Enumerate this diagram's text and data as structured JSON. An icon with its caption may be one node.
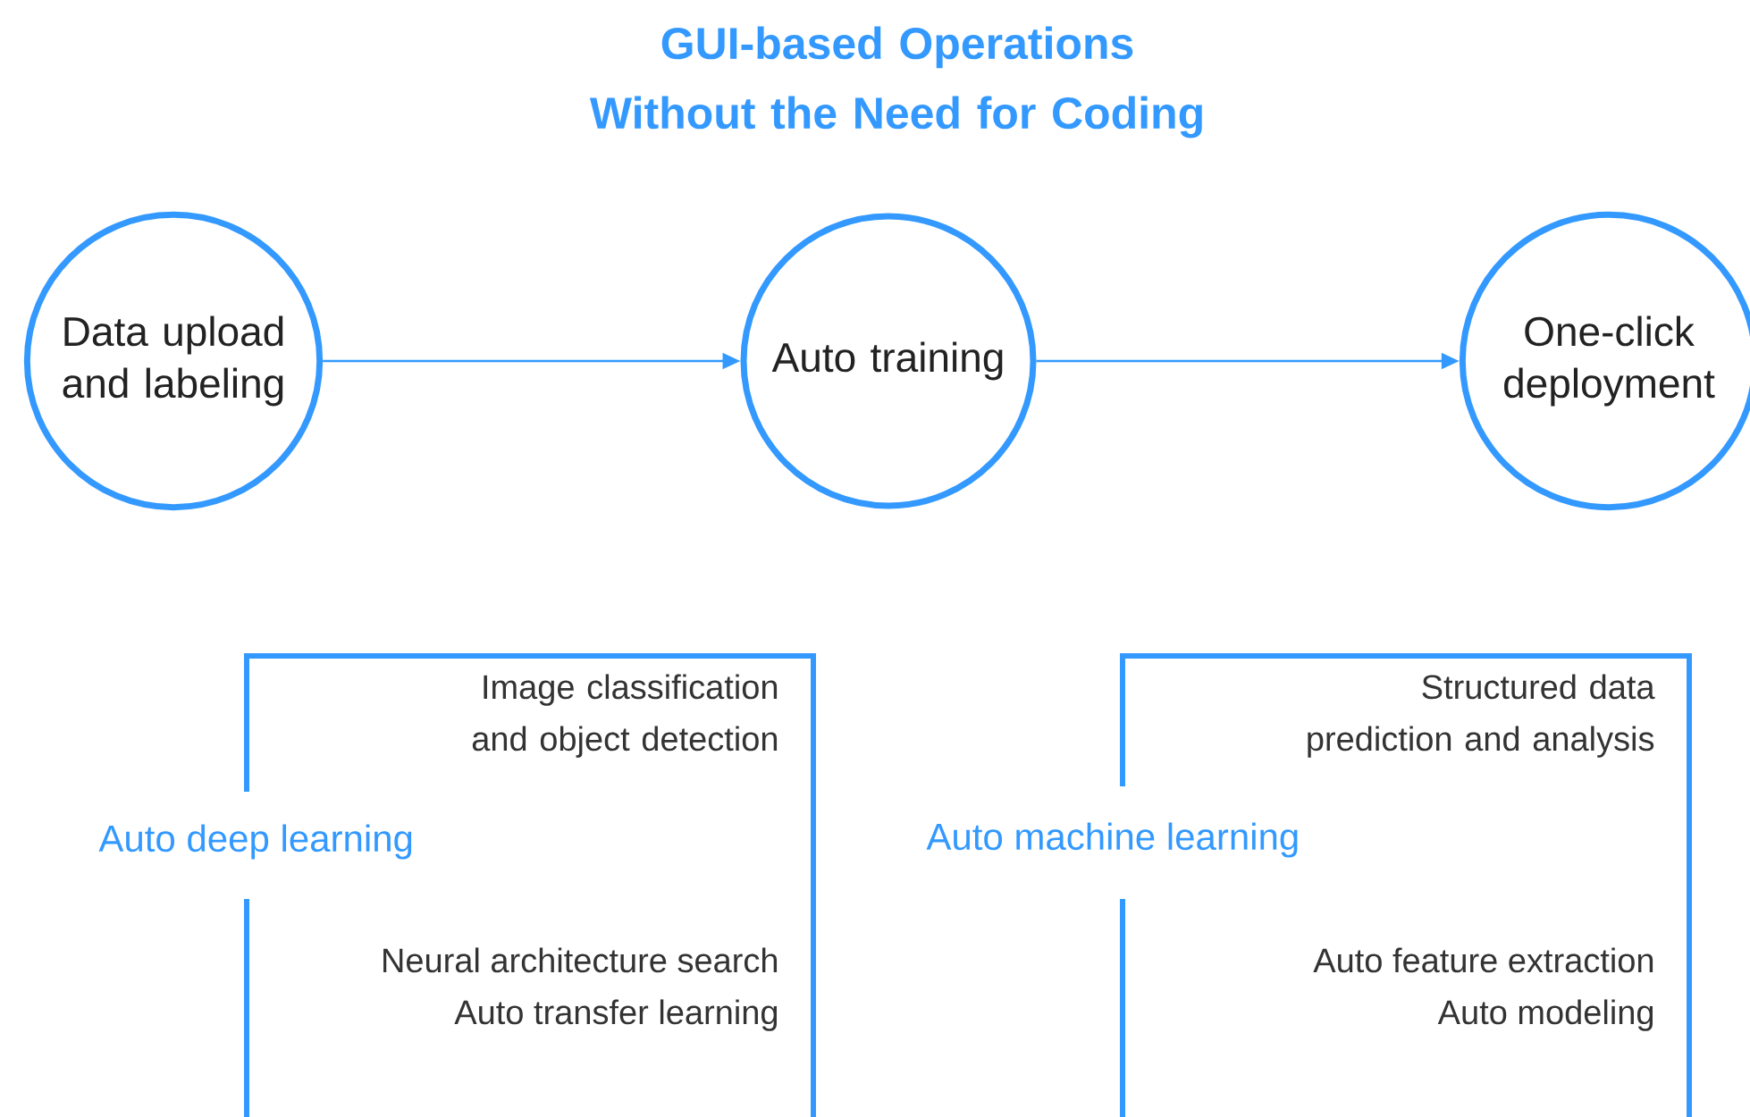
{
  "diagram": {
    "title": "GUI-based Operations Without the Need for Coding",
    "nodes": [
      {
        "text": [
          "Data upload and labeling"
        ]
      },
      {
        "text": [
          "Auto training"
        ]
      },
      {
        "text": [
          "One-click deployment"
        ]
      },
      {
        "text": [
          "Auto deep learning",
          "Image classification and object detection",
          "Neural architecture search",
          "Auto transfer learning"
        ]
      },
      {
        "text": [
          "Auto machine learning",
          "Structured data prediction and analysis",
          "Auto feature extraction",
          "Auto modeling"
        ]
      }
    ],
    "edges": [
      {
        "from": 0,
        "to": 1,
        "arrow": "to"
      },
      {
        "from": 1,
        "to": 2,
        "arrow": "to"
      }
    ]
  }
}
